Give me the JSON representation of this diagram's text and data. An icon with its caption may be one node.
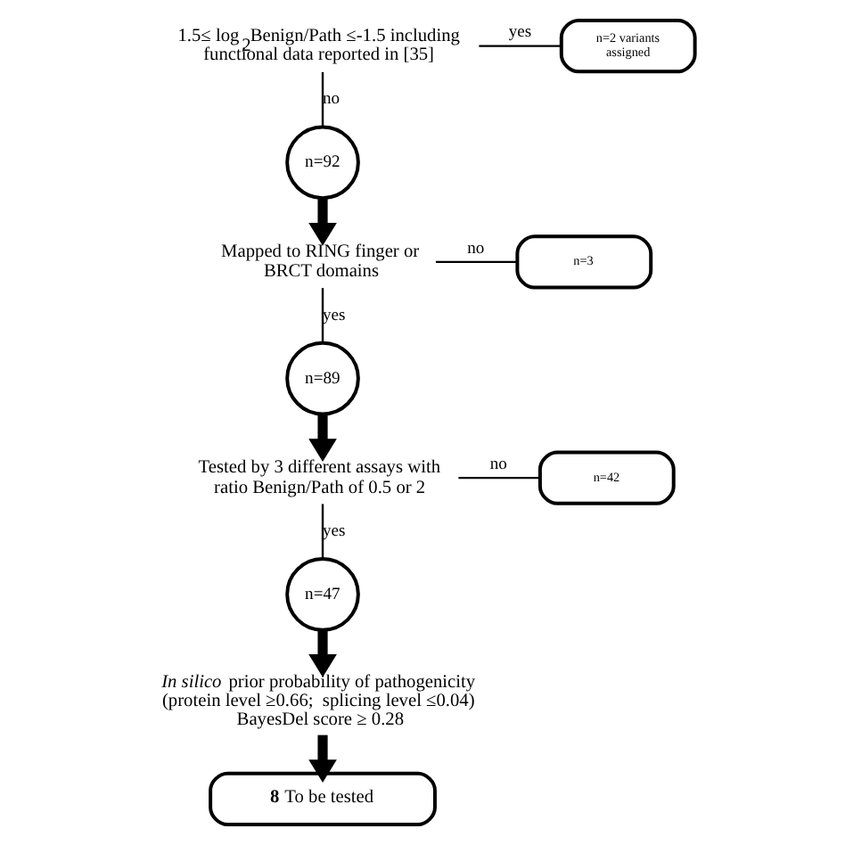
{
  "diagram": {
    "nodes": [
      {
        "text": [
          "n=2 variants assigned"
        ]
      },
      {
        "text": [
          "1.5≤ log$_{2}$Benign/Path ≤-1.5 including functional data reported in [35]"
        ]
      },
      {
        "text": [
          "n=92"
        ]
      },
      {
        "text": [
          "n=3"
        ]
      },
      {
        "text": [
          "Mapped to RING finger or BRCT domains"
        ]
      },
      {
        "text": [
          "n=89"
        ]
      },
      {
        "text": [
          "n=42"
        ]
      },
      {
        "text": [
          "Tested by 3 different assays with ratio Benign/Path of 0.5 or 2"
        ]
      },
      {
        "text": [
          "n=47"
        ]
      },
      {
        "text": [
          "*In silico* prior probability of pathogenicity (protein level ≥0.66;  splicing level ≤0.04) BayesDel score ≥ 0.28"
        ]
      },
      {
        "text": [
          "**8** To be tested"
        ]
      }
    ],
    "edges": [
      {
        "from": 1,
        "to": 0,
        "arrow": "none",
        "label": "yes"
      },
      {
        "from": 1,
        "to": 2,
        "arrow": "none",
        "label": "no"
      },
      {
        "from": 2,
        "to": 4,
        "arrow": "to",
        "style": "thick"
      },
      {
        "from": 4,
        "to": 3,
        "arrow": "none",
        "label": "no"
      },
      {
        "from": 4,
        "to": 5,
        "arrow": "none",
        "label": "yes"
      },
      {
        "from": 5,
        "to": 7,
        "arrow": "to",
        "style": "thick"
      },
      {
        "from": 7,
        "to": 6,
        "arrow": "none",
        "label": "no"
      },
      {
        "from": 7,
        "to": 8,
        "arrow": "none",
        "label": "yes"
      },
      {
        "from": 8,
        "to": 9,
        "arrow": "to",
        "style": "thick"
      },
      {
        "from": 9,
        "to": 10,
        "arrow": "to",
        "style": "thick"
      }
    ]
  }
}
